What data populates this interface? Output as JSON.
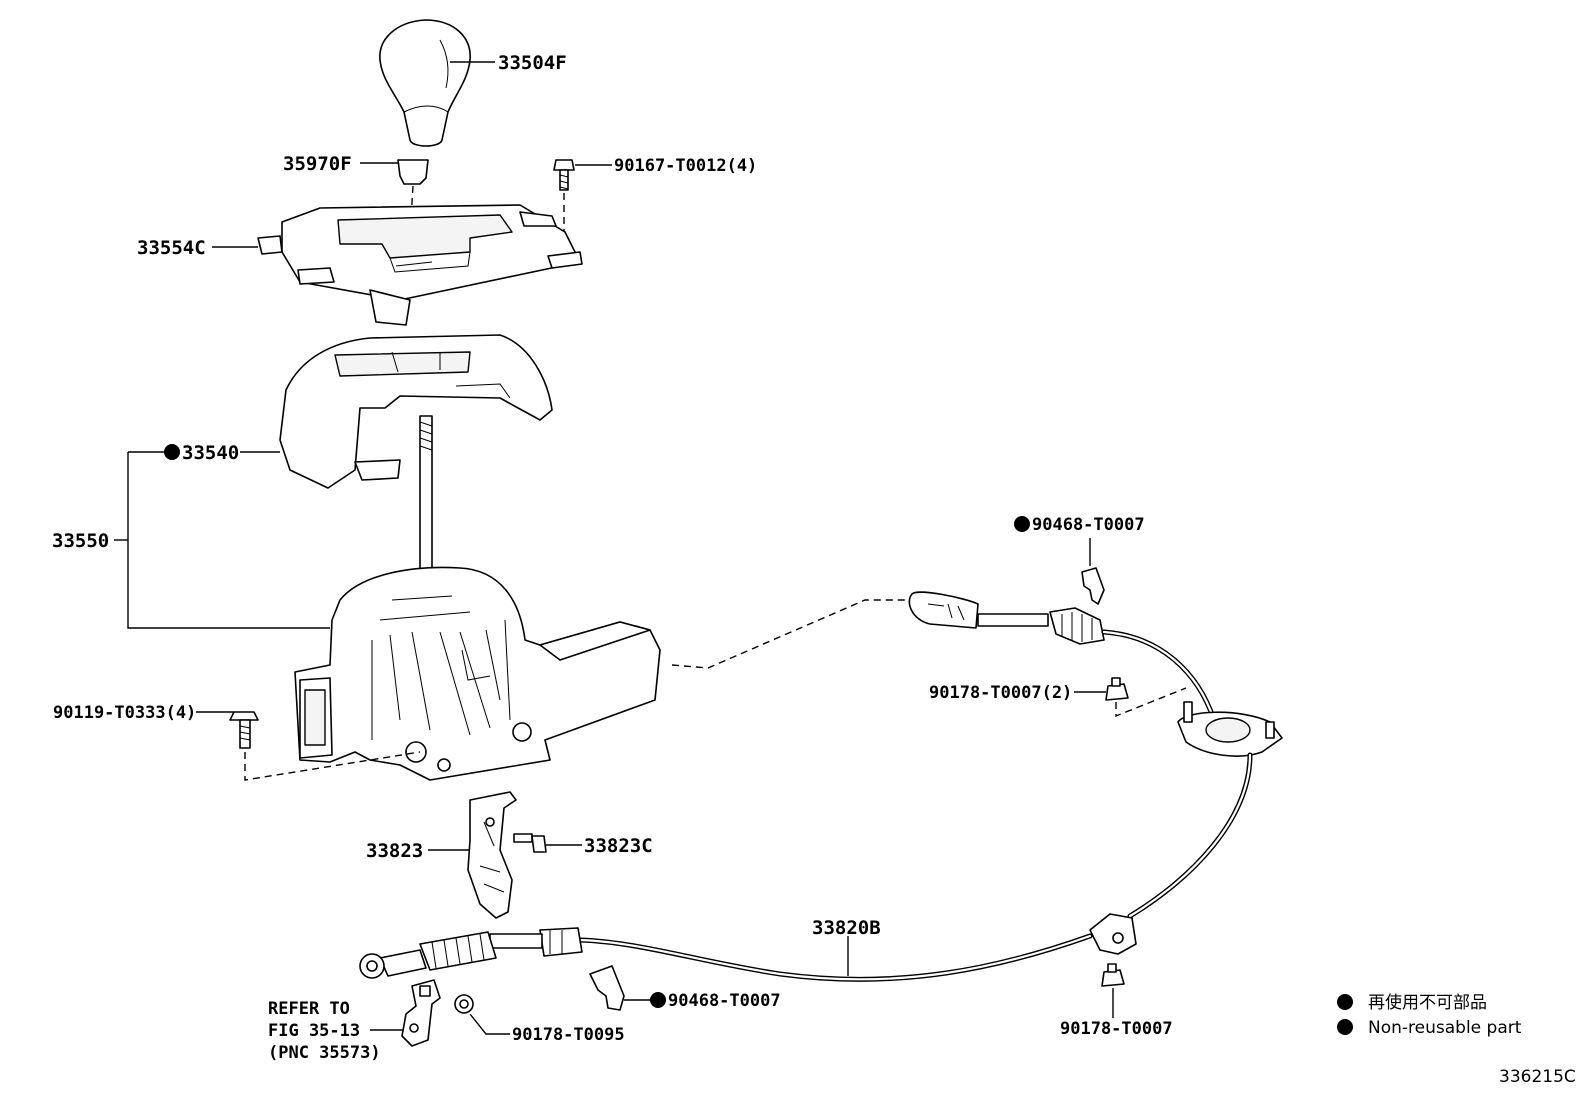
{
  "labels": {
    "knob": "33504F",
    "knob_clip": "35970F",
    "screw_top": "90167-T0012(4)",
    "bezel": "33554C",
    "cover": "33540",
    "lever_assy": "33550",
    "bolt_base": "90119-T0333(4)",
    "clip_upper": "90468-T0007",
    "nut_upper": "90178-T0007(2)",
    "bracket": "33823",
    "bracket_bolt": "33823C",
    "cable": "33820B",
    "clip_lower": "90468-T0007",
    "nut_lower": "90178-T0007",
    "nut_small": "90178-T0095",
    "refer_line1": "REFER TO",
    "refer_line2": "FIG 35-13",
    "refer_line3": "(PNC 35573)"
  },
  "legend": {
    "non_reusable_jp": "再使用不可部品",
    "non_reusable_en": "Non-reusable part"
  },
  "figure_id": "336215C"
}
